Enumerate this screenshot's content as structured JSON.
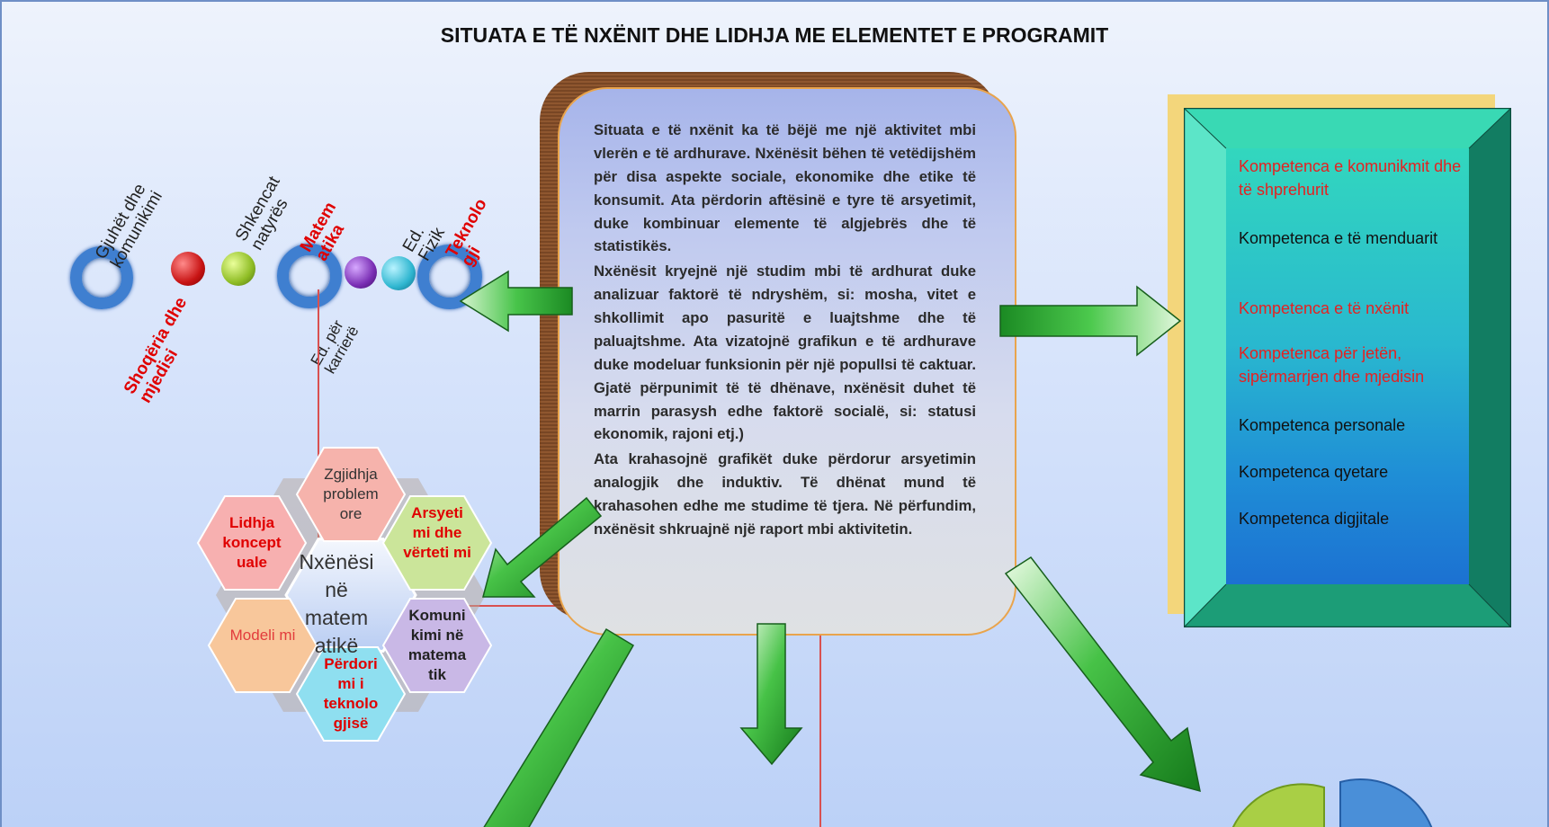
{
  "title": "SITUATA E TË NXËNIT DHE LIDHJA ME ELEMENTET E PROGRAMIT",
  "fields": {
    "top_labels": [
      "Gjuhët dhe komunikimi",
      "Shkencat natyrës",
      "Matem atika",
      "Ed. Fizik",
      "Teknolo gji"
    ],
    "bottom_labels": [
      "Shoqëria dhe mjedisi",
      "Ed. për karrierë"
    ]
  },
  "situation": {
    "paragraphs": [
      "Situata e të nxënit ka të bëjë me një aktivitet mbi vlerën e të ardhurave. Nxënësit bëhen të vetëdijshëm për disa aspekte sociale, ekonomike dhe etike të konsumit. Ata përdorin aftësinë e tyre të arsyetimit, duke kombinuar elemente të algjebrës dhe të statistikës.",
      "Nxënësit kryejnë një studim mbi të ardhurat duke analizuar faktorë të ndryshëm, si: mosha, vitet e shkollimit apo pasuritë e luajtshme dhe të paluajtshme. Ata vizatojnë grafikun e të ardhurave duke modeluar funksionin për një popullsi të caktuar. Gjatë përpunimit të të dhënave, nxënësit duhet të marrin parasysh edhe faktorë socialë, si: statusi ekonomik, rajoni etj.)",
      " Ata krahasojnë grafikët duke përdorur arsyetimin analogjik dhe induktiv. Të dhënat mund të krahasohen edhe me studime të tjera. Në përfundim, nxënësit shkruajnë një raport mbi aktivitetin."
    ]
  },
  "competencies": [
    {
      "text": "Kompetenca e komunikmit dhe të shprehurit",
      "color": "red"
    },
    {
      "text": "Kompetenca e të menduarit",
      "color": "black"
    },
    {
      "text": "Kompetenca e të nxënit",
      "color": "red"
    },
    {
      "text": "Kompetenca për jetën, sipërmarrjen  dhe mjedisin",
      "color": "red"
    },
    {
      "text": "Kompetenca personale",
      "color": "black"
    },
    {
      "text": "Kompetenca qyetare",
      "color": "black"
    },
    {
      "text": "Kompetenca digjitale",
      "color": "black"
    }
  ],
  "hexagons": {
    "center": "Nxënësi në matem atikë",
    "items": [
      {
        "text": "Zgjidhja problem ore",
        "color": "#f6b3ac",
        "text_color": "#333333"
      },
      {
        "text": "Arsyeti mi dhe vërteti mi",
        "color": "#cbe59a",
        "text_color": "#e00000"
      },
      {
        "text": "Komuni kimi në matema tik",
        "color": "#c9b8e6",
        "text_color": "#222222"
      },
      {
        "text": "Përdori mi i teknolo gjisë",
        "color": "#8fdff0",
        "text_color": "#e00000"
      },
      {
        "text": "Modeli mi",
        "color": "#f8c79b",
        "text_color": "#e23c3c"
      },
      {
        "text": "Lidhja koncept uale",
        "color": "#f7b0b0",
        "text_color": "#e00000"
      }
    ]
  },
  "colors": {
    "ring": "#3f7fd0",
    "arrow": "#3fae3f",
    "competency_frame": "#1c8e76"
  }
}
